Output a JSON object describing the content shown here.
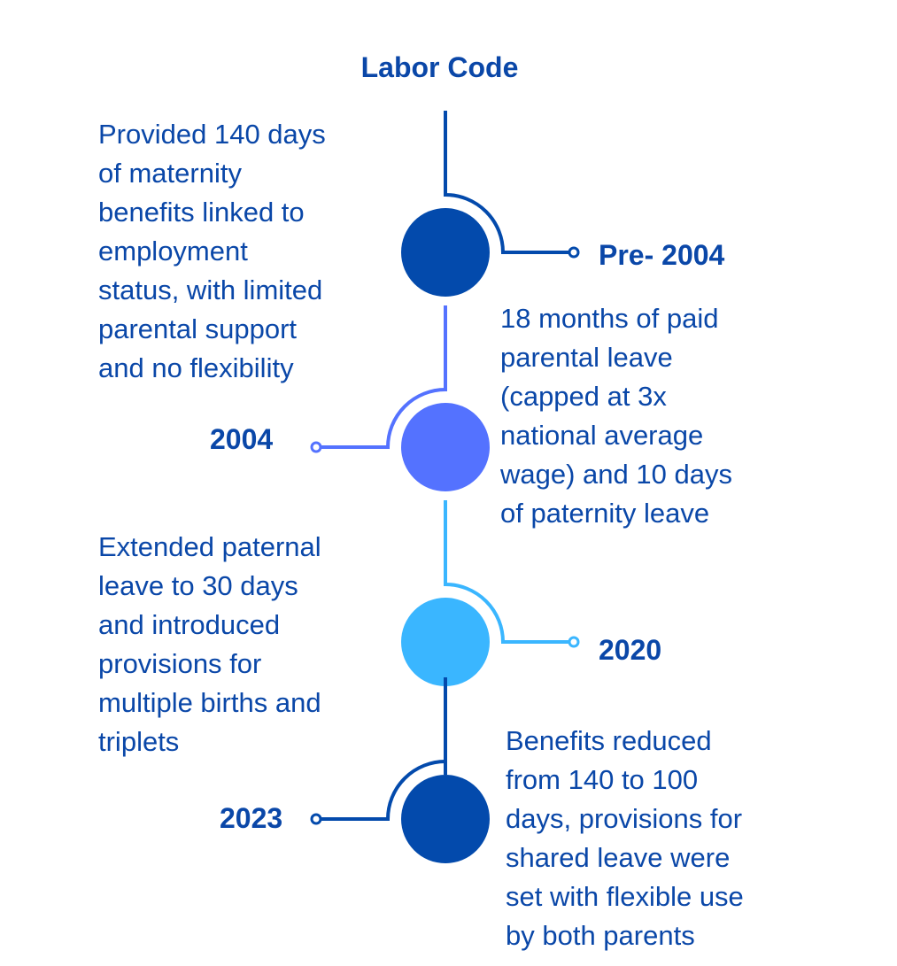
{
  "title": "Labor Code",
  "colors": {
    "dark": "#034aac",
    "purple": "#5472ff",
    "light": "#3ab6ff",
    "text": "#0a47a8"
  },
  "events": [
    {
      "year": "Pre- 2004",
      "description": "Provided 140 days\nof maternity\nbenefits linked to\nemployment\nstatus, with limited\nparental support\nand no flexibility"
    },
    {
      "year": "2004",
      "description": "18 months of paid\nparental leave\n(capped at 3x\nnational average\nwage) and 10 days\nof paternity leave"
    },
    {
      "year": "2020",
      "description": "Extended paternal\nleave to 30 days\nand introduced\nprovisions for\nmultiple births and\ntriplets"
    },
    {
      "year": "2023",
      "description": "Benefits reduced\nfrom 140 to 100\ndays, provisions for\nshared leave were\nset with flexible use\nby both parents"
    }
  ]
}
